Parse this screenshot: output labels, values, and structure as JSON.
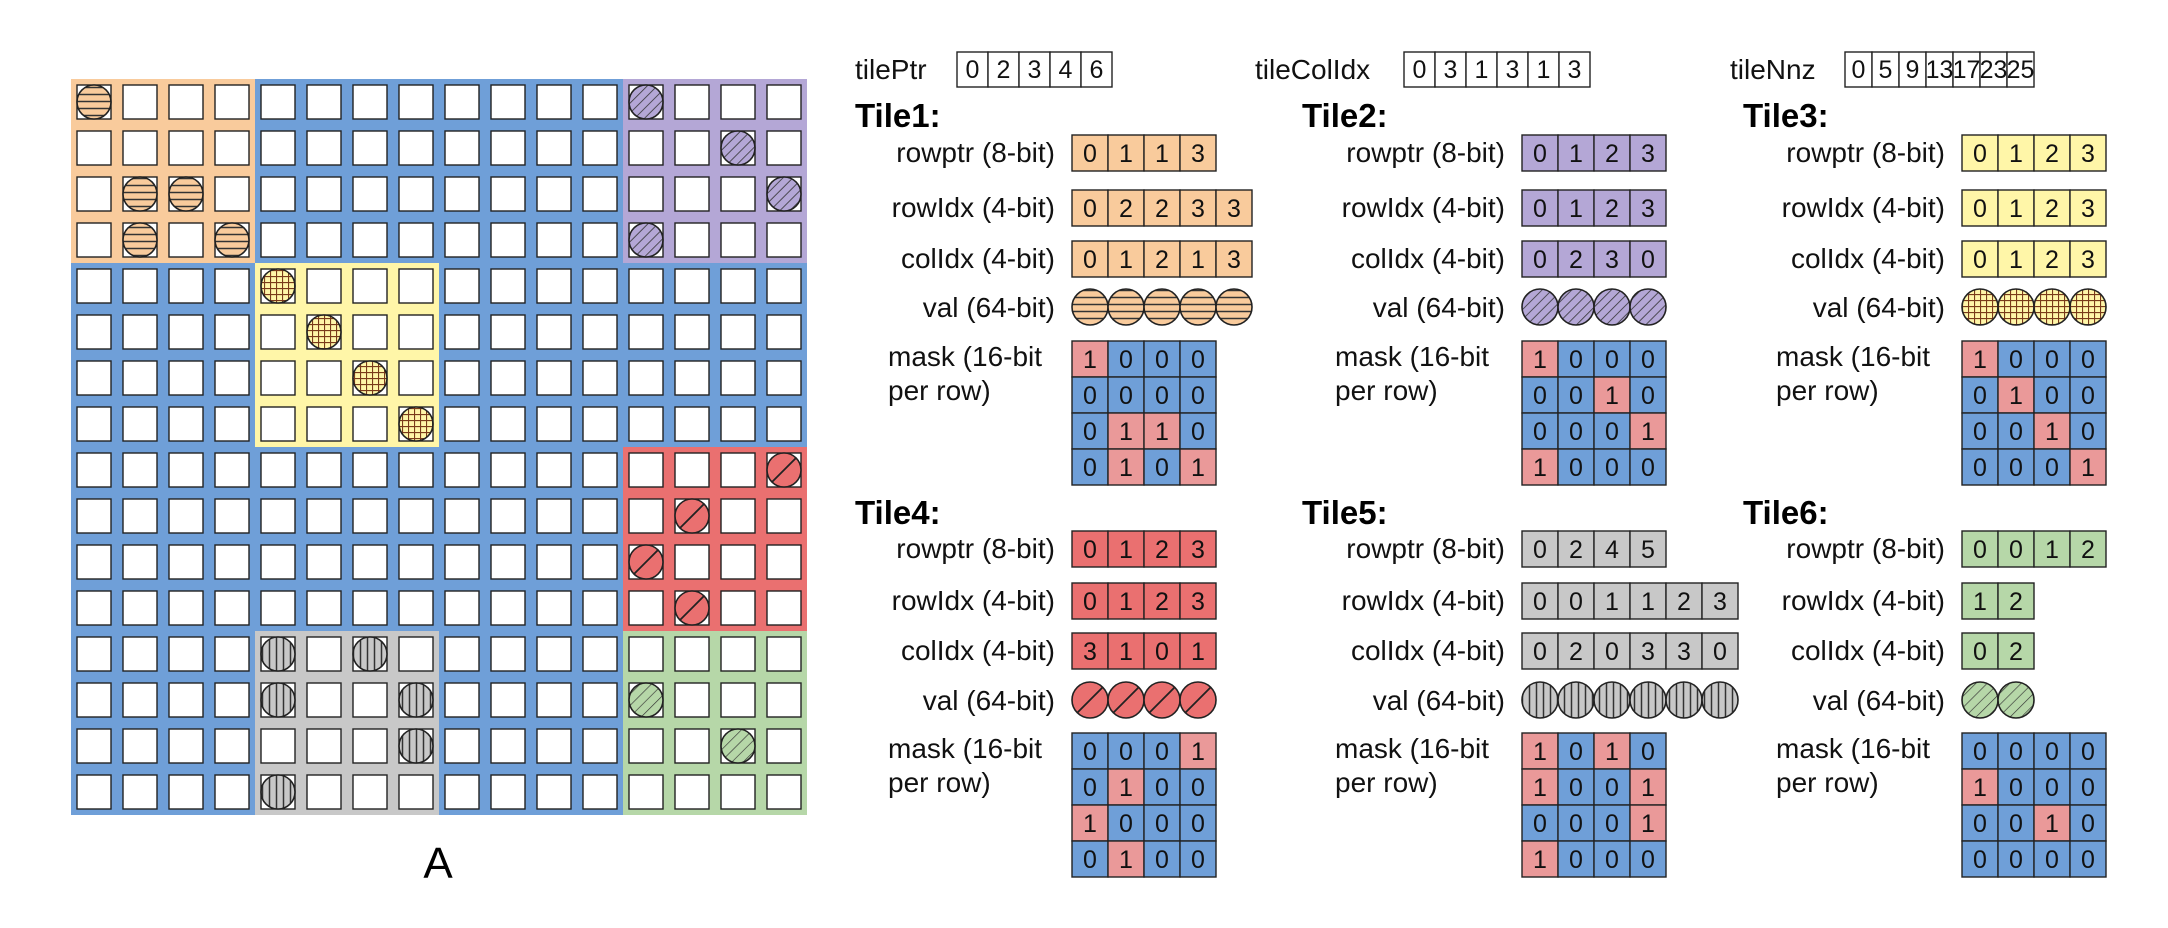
{
  "matrix": {
    "label": "A",
    "size": 16,
    "tile_size": 4,
    "base_color": "#6f9fd8",
    "tiles": [
      {
        "r": 0,
        "c": 0,
        "color": "#f9cb9c",
        "pattern": "hlines",
        "nz": [
          [
            0,
            0
          ],
          [
            2,
            1
          ],
          [
            2,
            2
          ],
          [
            3,
            1
          ],
          [
            3,
            3
          ]
        ]
      },
      {
        "r": 0,
        "c": 3,
        "color": "#b4a7d6",
        "pattern": "diag",
        "nz": [
          [
            0,
            0
          ],
          [
            1,
            2
          ],
          [
            2,
            3
          ],
          [
            3,
            0
          ]
        ]
      },
      {
        "r": 1,
        "c": 1,
        "color": "#fff6a8",
        "pattern": "grid",
        "nz": [
          [
            0,
            0
          ],
          [
            1,
            1
          ],
          [
            2,
            2
          ],
          [
            3,
            3
          ]
        ]
      },
      {
        "r": 2,
        "c": 3,
        "color": "#ea7070",
        "pattern": "line",
        "nz": [
          [
            0,
            3
          ],
          [
            1,
            1
          ],
          [
            2,
            0
          ],
          [
            3,
            1
          ]
        ]
      },
      {
        "r": 3,
        "c": 1,
        "color": "#c8c8c8",
        "pattern": "vlines",
        "nz": [
          [
            0,
            0
          ],
          [
            0,
            2
          ],
          [
            1,
            0
          ],
          [
            1,
            3
          ],
          [
            2,
            3
          ],
          [
            3,
            0
          ]
        ]
      },
      {
        "r": 3,
        "c": 3,
        "color": "#b6d7a8",
        "pattern": "diag2",
        "nz": [
          [
            1,
            0
          ],
          [
            2,
            2
          ]
        ]
      }
    ]
  },
  "global": {
    "tilePtr": {
      "label": "tilePtr",
      "values": [
        "0",
        "2",
        "3",
        "4",
        "6"
      ]
    },
    "tileColIdx": {
      "label": "tileColIdx",
      "values": [
        "0",
        "3",
        "1",
        "3",
        "1",
        "3"
      ]
    },
    "tileNnz": {
      "label": "tileNnz",
      "values": [
        "0",
        "5",
        "9",
        "13",
        "17",
        "23",
        "25"
      ]
    }
  },
  "labels": {
    "rowptr": "rowptr (8-bit)",
    "rowIdx": "rowIdx (4-bit)",
    "colIdx": "colIdx (4-bit)",
    "val": "val (64-bit)",
    "mask1": "mask (16-bit",
    "mask2": "per row)"
  },
  "colors": {
    "mask_one": "#ea9999",
    "mask_zero": "#6f9fd8"
  },
  "tiles": [
    {
      "title": "Tile1:",
      "color": "#f9cb9c",
      "pattern": "hlines",
      "rowptr": [
        "0",
        "1",
        "1",
        "3"
      ],
      "rowIdx": [
        "0",
        "2",
        "2",
        "3",
        "3"
      ],
      "colIdx": [
        "0",
        "1",
        "2",
        "1",
        "3"
      ],
      "val_count": 5,
      "mask": [
        [
          "1",
          "0",
          "0",
          "0"
        ],
        [
          "0",
          "0",
          "0",
          "0"
        ],
        [
          "0",
          "1",
          "1",
          "0"
        ],
        [
          "0",
          "1",
          "0",
          "1"
        ]
      ]
    },
    {
      "title": "Tile2:",
      "color": "#b4a7d6",
      "pattern": "diag",
      "rowptr": [
        "0",
        "1",
        "2",
        "3"
      ],
      "rowIdx": [
        "0",
        "1",
        "2",
        "3"
      ],
      "colIdx": [
        "0",
        "2",
        "3",
        "0"
      ],
      "val_count": 4,
      "mask": [
        [
          "1",
          "0",
          "0",
          "0"
        ],
        [
          "0",
          "0",
          "1",
          "0"
        ],
        [
          "0",
          "0",
          "0",
          "1"
        ],
        [
          "1",
          "0",
          "0",
          "0"
        ]
      ]
    },
    {
      "title": "Tile3:",
      "color": "#fff6a8",
      "pattern": "grid",
      "rowptr": [
        "0",
        "1",
        "2",
        "3"
      ],
      "rowIdx": [
        "0",
        "1",
        "2",
        "3"
      ],
      "colIdx": [
        "0",
        "1",
        "2",
        "3"
      ],
      "val_count": 4,
      "mask": [
        [
          "1",
          "0",
          "0",
          "0"
        ],
        [
          "0",
          "1",
          "0",
          "0"
        ],
        [
          "0",
          "0",
          "1",
          "0"
        ],
        [
          "0",
          "0",
          "0",
          "1"
        ]
      ]
    },
    {
      "title": "Tile4:",
      "color": "#ea7070",
      "pattern": "line",
      "rowptr": [
        "0",
        "1",
        "2",
        "3"
      ],
      "rowIdx": [
        "0",
        "1",
        "2",
        "3"
      ],
      "colIdx": [
        "3",
        "1",
        "0",
        "1"
      ],
      "val_count": 4,
      "mask": [
        [
          "0",
          "0",
          "0",
          "1"
        ],
        [
          "0",
          "1",
          "0",
          "0"
        ],
        [
          "1",
          "0",
          "0",
          "0"
        ],
        [
          "0",
          "1",
          "0",
          "0"
        ]
      ]
    },
    {
      "title": "Tile5:",
      "color": "#c8c8c8",
      "pattern": "vlines",
      "rowptr": [
        "0",
        "2",
        "4",
        "5"
      ],
      "rowIdx": [
        "0",
        "0",
        "1",
        "1",
        "2",
        "3"
      ],
      "colIdx": [
        "0",
        "2",
        "0",
        "3",
        "3",
        "0"
      ],
      "val_count": 6,
      "mask": [
        [
          "1",
          "0",
          "1",
          "0"
        ],
        [
          "1",
          "0",
          "0",
          "1"
        ],
        [
          "0",
          "0",
          "0",
          "1"
        ],
        [
          "1",
          "0",
          "0",
          "0"
        ]
      ]
    },
    {
      "title": "Tile6:",
      "color": "#b6d7a8",
      "pattern": "diag2",
      "rowptr": [
        "0",
        "0",
        "1",
        "2"
      ],
      "rowIdx": [
        "1",
        "2"
      ],
      "colIdx": [
        "0",
        "2"
      ],
      "val_count": 2,
      "mask": [
        [
          "0",
          "0",
          "0",
          "0"
        ],
        [
          "1",
          "0",
          "0",
          "0"
        ],
        [
          "0",
          "0",
          "1",
          "0"
        ],
        [
          "0",
          "0",
          "0",
          "0"
        ]
      ]
    }
  ]
}
